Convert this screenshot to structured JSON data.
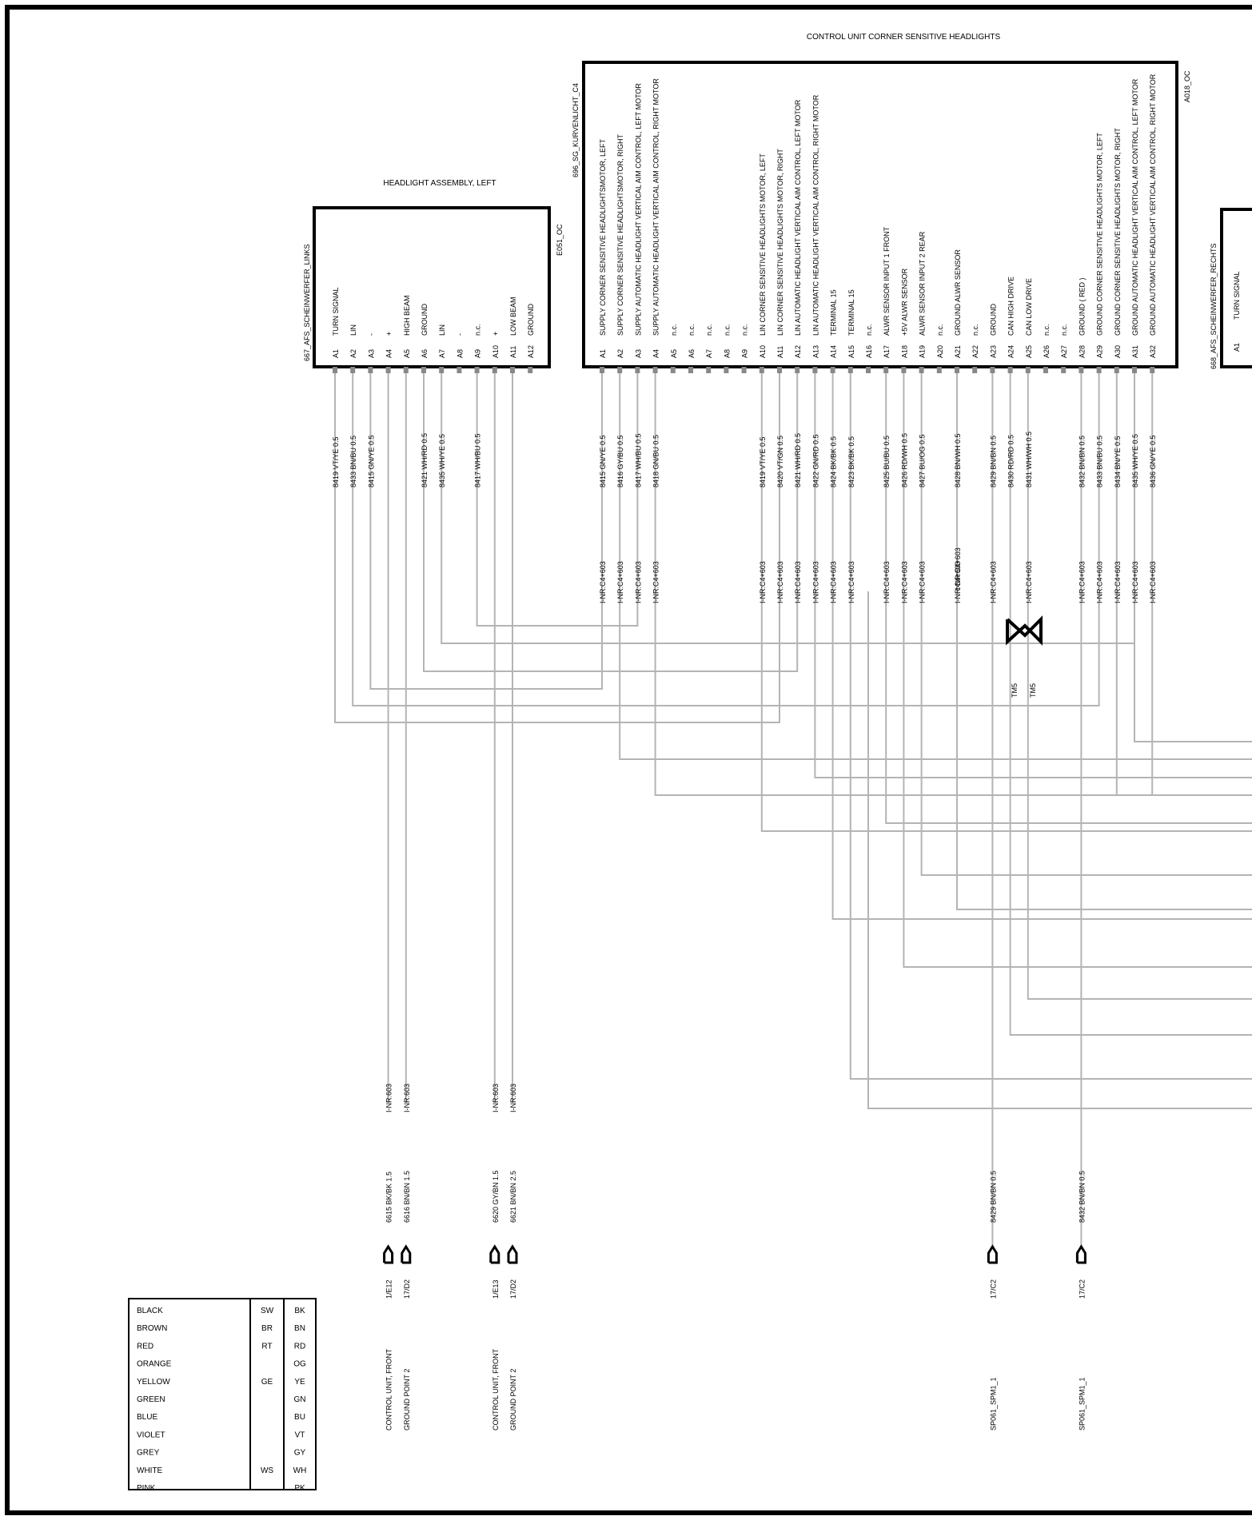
{
  "control_unit": {
    "title": "CONTROL UNIT CORNER SENSITIVE HEADLIGHTS",
    "code": "696_SG_KURVENLICHT_C4",
    "ref": "A018_OC",
    "pins": [
      {
        "pin": "A1",
        "label": "SUPPLY   CORNER SENSITIVE HEADLIGHTSMOTOR, LEFT",
        "wire": "8415 GN/YE 0.5",
        "conn": "I-NR:C4+603"
      },
      {
        "pin": "A2",
        "label": "SUPPLY   CORNER SENSITIVE HEADLIGHTSMOTOR, RIGHT",
        "wire": "8416 GY/BU 0.5",
        "conn": "I-NR:C4+603"
      },
      {
        "pin": "A3",
        "label": "SUPPLY AUTOMATIC HEADLIGHT VERTICAL AIM CONTROL, LEFT MOTOR",
        "wire": "8417 WH/BU 0.5",
        "conn": "I-NR:C4+603"
      },
      {
        "pin": "A4",
        "label": "SUPPLY AUTOMATIC HEADLIGHT VERTICAL AIM CONTROL, RIGHT MOTOR",
        "wire": "8418 GN/BU 0.5",
        "conn": "I-NR:C4+603"
      },
      {
        "pin": "A5",
        "label": "n.c."
      },
      {
        "pin": "A6",
        "label": "n.c."
      },
      {
        "pin": "A7",
        "label": "n.c."
      },
      {
        "pin": "A8",
        "label": "n.c."
      },
      {
        "pin": "A9",
        "label": "n.c."
      },
      {
        "pin": "A10",
        "label": "LIN   CORNER SENSITIVE HEADLIGHTS MOTOR, LEFT",
        "wire": "8419 VT/YE 0.5",
        "conn": "I-NR:C4+603"
      },
      {
        "pin": "A11",
        "label": "LIN   CORNER SENSITIVE HEADLIGHTS MOTOR, RIGHT",
        "wire": "8420 VT/GN 0.5",
        "conn": "I-NR:C4+603"
      },
      {
        "pin": "A12",
        "label": "LIN AUTOMATIC HEADLIGHT VERTICAL AIM CONTROL, LEFT MOTOR",
        "wire": "8421 WH/RD 0.5",
        "conn": "I-NR:C4+603"
      },
      {
        "pin": "A13",
        "label": "LIN AUTOMATIC HEADLIGHT VERTICAL AIM CONTROL, RIGHT MOTOR",
        "wire": "8422 GN/RD 0.5",
        "conn": "I-NR:C4+603"
      },
      {
        "pin": "A14",
        "label": "TERMINAL 15",
        "wire": "8424 BK/BK 0.5",
        "conn": "I-NR:C4+603"
      },
      {
        "pin": "A15",
        "label": "TERMINAL 15",
        "wire": "8423 BK/BK 0.5",
        "conn": "I-NR:C4+603"
      },
      {
        "pin": "A16",
        "label": "n.c."
      },
      {
        "pin": "A17",
        "label": "ALWR SENSOR    INPUT      1 FRONT",
        "wire": "8425 BU/BU 0.5",
        "conn": "I-NR:C4+603"
      },
      {
        "pin": "A18",
        "label": "+5V    ALWR SENSOR",
        "wire": "8426 RD/WH 0.5",
        "conn": "I-NR:C4+603"
      },
      {
        "pin": "A19",
        "label": "ALWR SENSOR    INPUT      2 REAR",
        "wire": "8427 BU/OG 0.5",
        "conn": "I-NR:C4+603"
      },
      {
        "pin": "A20",
        "label": "n.c."
      },
      {
        "pin": "A21",
        "label": "GROUND  ALWR SENSOR",
        "wire": "8428 BN/WH 0.5",
        "conn": "I-NR:C4+603"
      },
      {
        "pin": "A22",
        "label": "n.c."
      },
      {
        "pin": "A23",
        "label": "GROUND",
        "wire": "8429 BN/BN 0.5",
        "conn": "I-NR:C4+603"
      },
      {
        "pin": "A24",
        "label": "CAN HIGH      DRIVE",
        "wire": "8430 RD/RD 0.5"
      },
      {
        "pin": "A25",
        "label": "CAN LOW       DRIVE",
        "wire": "8431 WH/WH 0.5",
        "conn": "I-NR:C4+603"
      },
      {
        "pin": "A26",
        "label": "n.c."
      },
      {
        "pin": "A27",
        "label": "n.c."
      },
      {
        "pin": "A28",
        "label": "GROUND  ( RED )",
        "wire": "8432 BN/BN 0.5",
        "conn": "I-NR:C4+603"
      },
      {
        "pin": "A29",
        "label": "GROUND  CORNER SENSITIVE HEADLIGHTS  MOTOR, LEFT",
        "wire": "8433 BN/BU 0.5",
        "conn": "I-NR:C4+603"
      },
      {
        "pin": "A30",
        "label": "GROUND  CORNER SENSITIVE HEADLIGHTS MOTOR, RIGHT",
        "wire": "8434 BN/YE 0.5",
        "conn": "I-NR:C4+603"
      },
      {
        "pin": "A31",
        "label": "GROUND AUTOMATIC HEADLIGHT VERTICAL AIM CONTROL, LEFT MOTOR",
        "wire": "8435 WH/YE 0.5",
        "conn": "I-NR:C4+603"
      },
      {
        "pin": "A32",
        "label": "GROUND  AUTOMATIC HEADLIGHT VERTICAL AIM CONTROL, RIGHT MOTOR",
        "wire": "8436 GN/YE 0.5",
        "conn": "I-NR:C4+603"
      }
    ],
    "a22_overlay_label": "I-NR:C4+603",
    "tm5_label": "TM5"
  },
  "left_headlight": {
    "title": "HEADLIGHT ASSEMBLY, LEFT",
    "code": "667_AFS_SCHEINWERFER_LINKS",
    "ref": "E051_OC",
    "pins": [
      {
        "pin": "A1",
        "label": "TURN SIGNAL",
        "wire": "8419 VT/YE 0.5"
      },
      {
        "pin": "A2",
        "label": "LIN",
        "wire": "8433 BN/BU 0.5"
      },
      {
        "pin": "A3",
        "label": "-",
        "wire": "8415 GN/YE 0.5"
      },
      {
        "pin": "A4",
        "label": "+"
      },
      {
        "pin": "A5",
        "label": "HIGH BEAM"
      },
      {
        "pin": "A6",
        "label": "GROUND",
        "wire": "8421 WH/RD 0.5"
      },
      {
        "pin": "A7",
        "label": "LIN",
        "wire": "8435 WH/YE 0.5"
      },
      {
        "pin": "A8",
        "label": "-"
      },
      {
        "pin": "A9",
        "label": "n.c.",
        "wire": "8417 WH/BU 0.5"
      },
      {
        "pin": "A10",
        "label": "+"
      },
      {
        "pin": "A11",
        "label": "LOW BEAM"
      },
      {
        "pin": "A12",
        "label": "GROUND"
      }
    ]
  },
  "right_headlight": {
    "code": "668_AFS_SCHEINWERFER_RECHTS",
    "first_pin": "A1",
    "first_label": "TURN SIGNAL"
  },
  "ground_connections": [
    {
      "wire": "6615 BK/BK 1.5",
      "conn": "I-NR:603",
      "ref": "1/E12",
      "label": "CONTROL UNIT, FRONT"
    },
    {
      "wire": "6616 BN/BN 1.5",
      "conn": "I-NR:603",
      "ref": "17/D2",
      "label": "GROUND POINT 2"
    },
    {
      "wire": "6620 GY/BN 1.5",
      "conn": "I-NR:603",
      "ref": "1/E13",
      "label": "CONTROL UNIT, FRONT"
    },
    {
      "wire": "6621 BN/BN 2.5",
      "conn": "I-NR:603",
      "ref": "17/D2",
      "label": "GROUND POINT 2"
    },
    {
      "wire": "8429 BN/BN 0.5",
      "ref": "17/C2",
      "label": "SP061_SPM1_1"
    },
    {
      "wire": "8432 BN/BN 0.5",
      "ref": "17/C2",
      "label": "SP061_SPM1_1"
    }
  ],
  "color_legend": [
    {
      "name": "BLACK",
      "de": "SW",
      "code": "BK"
    },
    {
      "name": "BROWN",
      "de": "BR",
      "code": "BN"
    },
    {
      "name": "RED",
      "de": "RT",
      "code": "RD"
    },
    {
      "name": "ORANGE",
      "de": "",
      "code": "OG"
    },
    {
      "name": "YELLOW",
      "de": "GE",
      "code": "YE"
    },
    {
      "name": "GREEN",
      "de": "",
      "code": "GN"
    },
    {
      "name": "BLUE",
      "de": "",
      "code": "BU"
    },
    {
      "name": "VIOLET",
      "de": "",
      "code": "VT"
    },
    {
      "name": "GREY",
      "de": "",
      "code": "GY"
    },
    {
      "name": "WHITE",
      "de": "WS",
      "code": "WH"
    },
    {
      "name": "PINK",
      "de": "",
      "code": "PK"
    }
  ],
  "colors": {
    "line": "#000000",
    "wire": "#b4b4b4",
    "background": "#ffffff"
  }
}
